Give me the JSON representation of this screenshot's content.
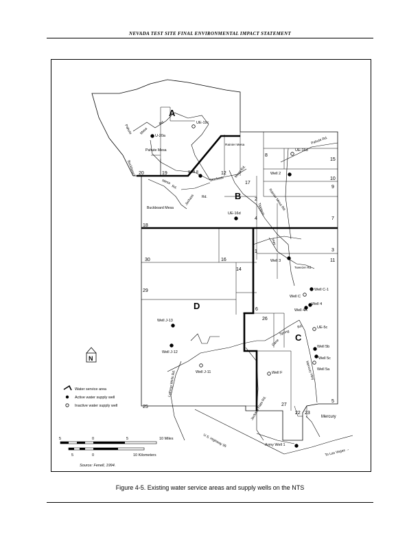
{
  "header": {
    "title": "NEVADA TEST SITE FINAL ENVIRONMENTAL IMPACT STATEMENT"
  },
  "caption": "Figure 4-5.  Existing water service areas and supply wells on the NTS",
  "map": {
    "service_areas": [
      "A",
      "B",
      "C",
      "D"
    ],
    "area_numbers": [
      "20",
      "19",
      "12",
      "17",
      "18",
      "30",
      "16",
      "29",
      "25",
      "26",
      "27",
      "22",
      "23",
      "8",
      "15",
      "10",
      "9",
      "2",
      "7",
      "4",
      "1",
      "3",
      "11",
      "14",
      "6",
      "5"
    ],
    "wells": [
      {
        "label": "UE-19c",
        "status": "inactive"
      },
      {
        "label": "U-20a",
        "status": "active"
      },
      {
        "label": "UE-15d",
        "status": "inactive"
      },
      {
        "label": "Well 8",
        "status": "active"
      },
      {
        "label": "Well 2",
        "status": "active"
      },
      {
        "label": "UE-16d",
        "status": "active"
      },
      {
        "label": "Well 3",
        "status": "active"
      },
      {
        "label": "Well C-1",
        "status": "active"
      },
      {
        "label": "Well C",
        "status": "inactive"
      },
      {
        "label": "Well 4",
        "status": "active"
      },
      {
        "label": "Well 4A",
        "status": "active"
      },
      {
        "label": "UE-5c",
        "status": "inactive"
      },
      {
        "label": "Well 5b",
        "status": "active"
      },
      {
        "label": "Well 5c",
        "status": "active"
      },
      {
        "label": "Well 5a",
        "status": "inactive"
      },
      {
        "label": "Well J-13",
        "status": "active"
      },
      {
        "label": "Well J-12",
        "status": "active"
      },
      {
        "label": "Well J-11",
        "status": "inactive"
      },
      {
        "label": "Well F",
        "status": "inactive"
      },
      {
        "label": "Army Well 1",
        "status": "active"
      }
    ],
    "places": {
      "mercury": "Mercury",
      "pahute_mesa": "Pahute Mesa",
      "rainier_mesa": "Rainier Mesa",
      "buckboard_mesa": "Buckboard Mesa"
    },
    "roads": {
      "pahute_mesa_rd": [
        "Pahute",
        "Mesa",
        "Rd."
      ],
      "buckboard_rd": [
        "Buckboard",
        "Mesa",
        "Rd."
      ],
      "stockade": "Stockade",
      "mesa_rd": "Mesa Rd.",
      "rainier_mesa_rd": "Rainier Mesa Rd.",
      "tippipah": "Tippipah",
      "jackass_rd": [
        "Jackass",
        "Rd."
      ],
      "pahute_rd": "Pahute Rd.",
      "hwy": "Hwy",
      "tweezer_rd": "Tweezer Rd.",
      "cane_spring_rd": [
        "Cane",
        "Spring",
        "Rd."
      ],
      "mercury_hwy": "Mercury Hwy",
      "lathrop_wells_rd": "Lathrop Wells Rd.",
      "jackass_flats_rd": "Jackass Flats Rd.",
      "us_highway_95": "U.S. Highway 95",
      "to_las_vegas": "To Las Vegas →",
      "pahute_rd_top": "Rd."
    },
    "north_label": "N",
    "legend": {
      "service_area": "Water service area",
      "active": "Active water supply well",
      "inactive": "Inactive water supply well"
    },
    "scale": {
      "miles_ticks": [
        "5",
        "0",
        "5",
        "10 Miles"
      ],
      "km_ticks": [
        "5",
        "0",
        "10 Kilometers"
      ]
    },
    "source": "Source:  Fenell, 1994."
  }
}
